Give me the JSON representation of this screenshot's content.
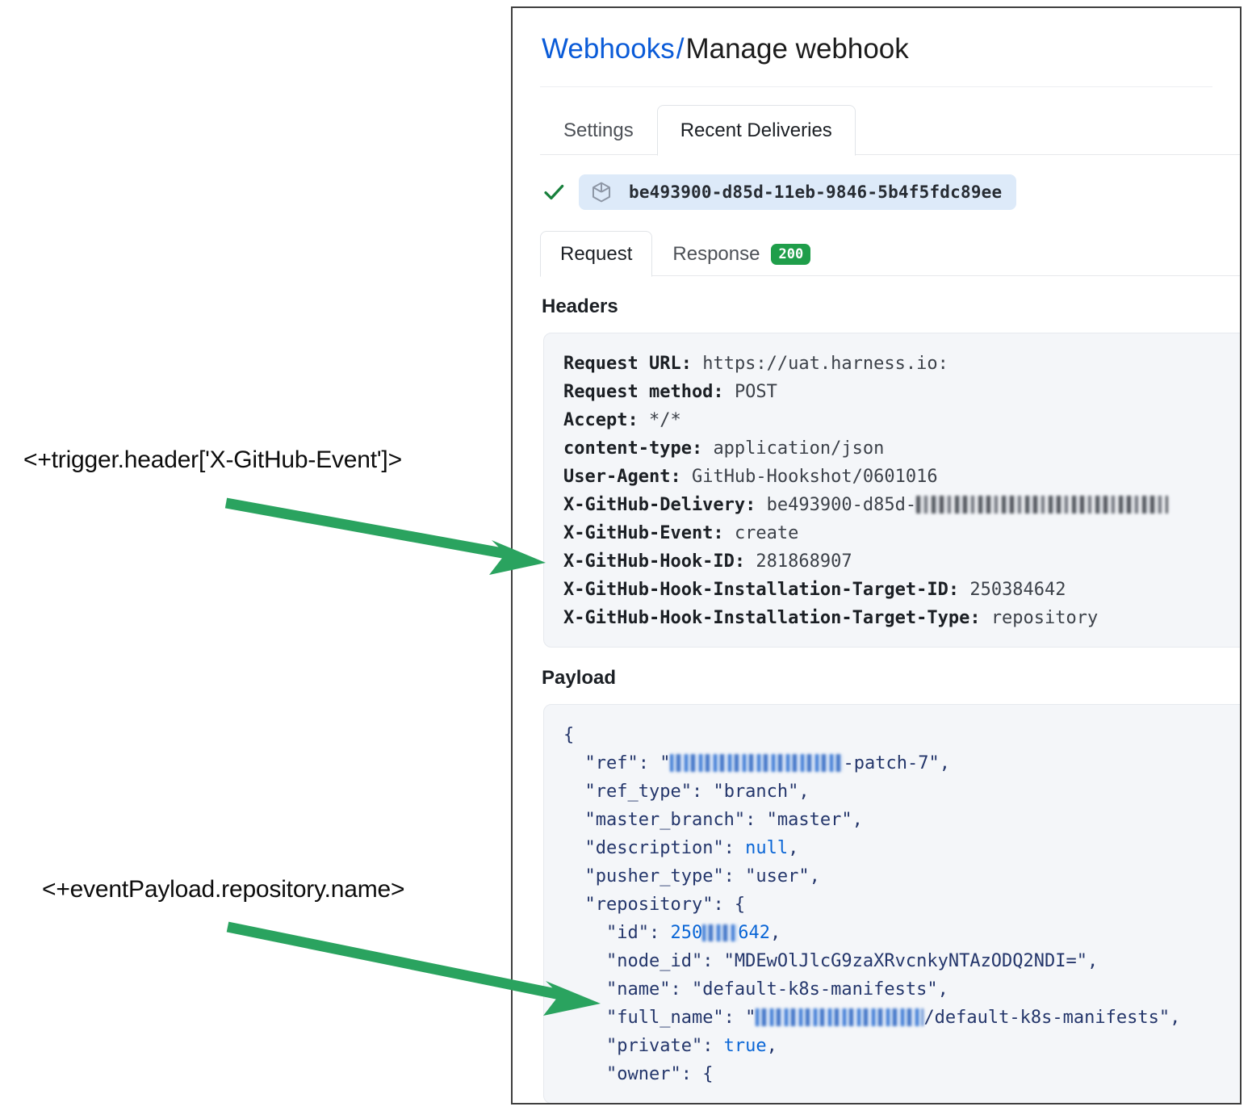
{
  "panel": {
    "breadcrumb": {
      "link": "Webhooks",
      "separator": "/",
      "current": "Manage webhook"
    },
    "tabs": [
      {
        "label": "Settings",
        "active": false
      },
      {
        "label": "Recent Deliveries",
        "active": true
      }
    ],
    "delivery": {
      "status_icon": "check-icon",
      "package_icon": "cube-icon",
      "id": "be493900-d85d-11eb-9846-5b4f5fdc89ee"
    },
    "subtabs": [
      {
        "label": "Request",
        "active": true
      },
      {
        "label": "Response",
        "active": false,
        "badge": "200"
      }
    ],
    "badge_color": "#1f9e4a",
    "headers_section": {
      "title": "Headers",
      "lines": [
        {
          "key": "Request URL:",
          "value": "https://uat.harness.io:"
        },
        {
          "key": "Request method:",
          "value": "POST"
        },
        {
          "key": "Accept:",
          "value": "*/*"
        },
        {
          "key": "content-type:",
          "value": "application/json"
        },
        {
          "key": "User-Agent:",
          "value": "GitHub-Hookshot/0601016"
        },
        {
          "key": "X-GitHub-Delivery:",
          "value": "be493900-d85d-",
          "redacted": true
        },
        {
          "key": "X-GitHub-Event:",
          "value": "create"
        },
        {
          "key": "X-GitHub-Hook-ID:",
          "value": "281868907"
        },
        {
          "key": "X-GitHub-Hook-Installation-Target-ID:",
          "value": "250384642"
        },
        {
          "key": "X-GitHub-Hook-Installation-Target-Type:",
          "value": "repository"
        }
      ]
    },
    "payload_section": {
      "title": "Payload",
      "lines": [
        {
          "text": "{"
        },
        {
          "indent": 1,
          "key": "\"ref\":",
          "pre": " \"",
          "redacted": "ref",
          "post": "-patch-7\","
        },
        {
          "indent": 1,
          "key": "\"ref_type\":",
          "value": " \"branch\","
        },
        {
          "indent": 1,
          "key": "\"master_branch\":",
          "value": " \"master\","
        },
        {
          "indent": 1,
          "key": "\"description\":",
          "literal": " null",
          "post": ","
        },
        {
          "indent": 1,
          "key": "\"pusher_type\":",
          "value": " \"user\","
        },
        {
          "indent": 1,
          "key": "\"repository\":",
          "value": " {"
        },
        {
          "indent": 2,
          "key": "\"id\":",
          "literal": " 250",
          "redacted": "id",
          "literal2": "642",
          "post": ","
        },
        {
          "indent": 2,
          "key": "\"node_id\":",
          "value": " \"MDEwOlJlcG9zaXRvcnkyNTAzODQ2NDI=\","
        },
        {
          "indent": 2,
          "key": "\"name\":",
          "value": " \"default-k8s-manifests\","
        },
        {
          "indent": 2,
          "key": "\"full_name\":",
          "pre": " \"",
          "redacted": "fullname",
          "post": "/default-k8s-manifests\","
        },
        {
          "indent": 2,
          "key": "\"private\":",
          "literal": " true",
          "post": ","
        },
        {
          "indent": 2,
          "key": "\"owner\":",
          "value": " {"
        }
      ]
    }
  },
  "annotations": {
    "arrow_color": "#2aa35f",
    "items": [
      {
        "label": "<+trigger.header['X-GitHub-Event']>",
        "target": "X-GitHub-Event header line"
      },
      {
        "label": "<+eventPayload.repository.name>",
        "target": "repository name field"
      }
    ]
  }
}
